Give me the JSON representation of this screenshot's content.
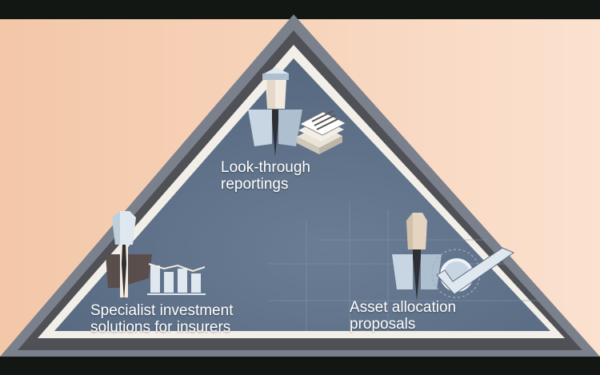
{
  "colors": {
    "letterbox": "#121714",
    "background_left": "#f3c7a8",
    "background_right": "#fbe1cf",
    "triangle_outer": "#7a818c",
    "triangle_band": "#4f5156",
    "triangle_stripe": "#f2efe8",
    "triangle_inner": "#5b6e86",
    "figure_light": "#dfe7ef",
    "figure_shadow": "#aebfcf",
    "figure_neck": "#f4ebe0",
    "tie": "#2d2f33",
    "label_text": "#ffffff"
  },
  "labels": {
    "top": "Look-through reportings",
    "left_line1": "Specialist investment",
    "left_line2": "solutions for insurers",
    "right": "Asset allocation proposals"
  },
  "icons": {
    "top_figure": "businessman-with-hat-icon",
    "top_object": "stack-of-reports-icon",
    "left_figure": "businessman-icon",
    "left_object": "bar-chart-icon",
    "right_figure": "businessman-icon",
    "right_object": "checkmark-target-icon"
  }
}
